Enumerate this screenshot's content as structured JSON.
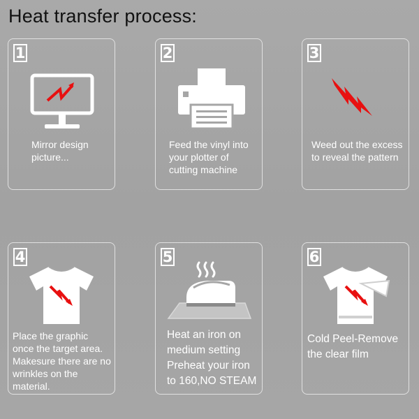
{
  "page": {
    "title": "Heat transfer process:"
  },
  "steps": [
    {
      "number": "1",
      "icon": "monitor-icon",
      "lines": [
        "Mirror design",
        "picture..."
      ]
    },
    {
      "number": "2",
      "icon": "printer-icon",
      "lines": [
        "Feed the vinyl into",
        "your plotter of",
        "cutting machine"
      ]
    },
    {
      "number": "3",
      "icon": "zigzag-icon",
      "lines": [
        "Weed out the excess",
        "to reveal the pattern"
      ]
    },
    {
      "number": "4",
      "icon": "tshirt-icon",
      "lines": [
        "Place the graphic",
        "once the target area.",
        "Makesure there are no",
        "wrinkles on the",
        "material."
      ]
    },
    {
      "number": "5",
      "icon": "iron-icon",
      "lines": [
        "Heat an iron on",
        "medium setting",
        "Preheat your iron",
        "to 160,NO STEAM"
      ]
    },
    {
      "number": "6",
      "icon": "peeled-tshirt-icon",
      "lines": [
        "Cold Peel-Remove",
        "the clear film"
      ]
    }
  ],
  "colors": {
    "accent": "#e81010",
    "line": "#ffffff",
    "background": "#a6a6a6"
  }
}
